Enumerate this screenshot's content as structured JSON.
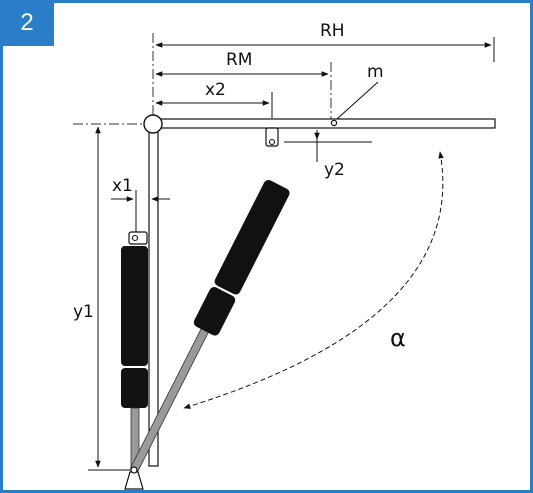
{
  "figure": {
    "number": "2",
    "accent_color": "#2a7ec8"
  },
  "labels": {
    "rh": "RH",
    "rm": "RM",
    "x2": "x2",
    "m": "m",
    "y2": "y2",
    "x1": "x1",
    "y1": "y1",
    "alpha": "α"
  }
}
